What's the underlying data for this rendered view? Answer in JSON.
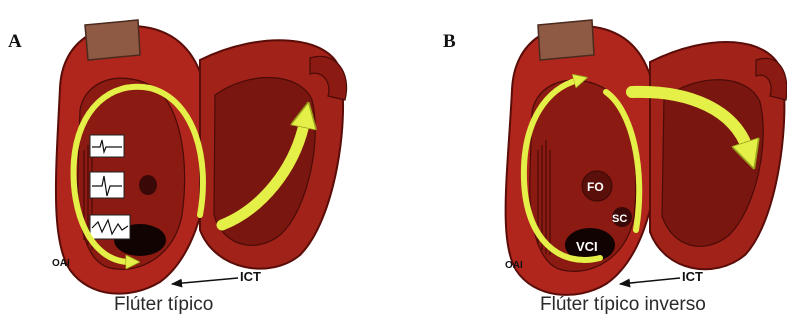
{
  "panels": [
    {
      "letter": "A",
      "caption": "Flúter típico",
      "labels": {
        "oai": "OAI",
        "ict": "ICT"
      }
    },
    {
      "letter": "B",
      "caption": "Flúter típico inverso",
      "labels": {
        "oai": "OAI",
        "ict": "ICT",
        "fo": "FO",
        "sc": "SC",
        "vci": "VCI"
      }
    }
  ],
  "colors": {
    "myocardium": "#b0261c",
    "myocardium_dark": "#6e120c",
    "chamber": "#8a1a12",
    "vessel": "#8f5a44",
    "arrow": "#e4ef48",
    "arrow_edge": "#9aa21c",
    "background": "#ffffff"
  },
  "icons": [
    "clockwise-arrow",
    "counterclockwise-arrow",
    "ecg-trace"
  ]
}
